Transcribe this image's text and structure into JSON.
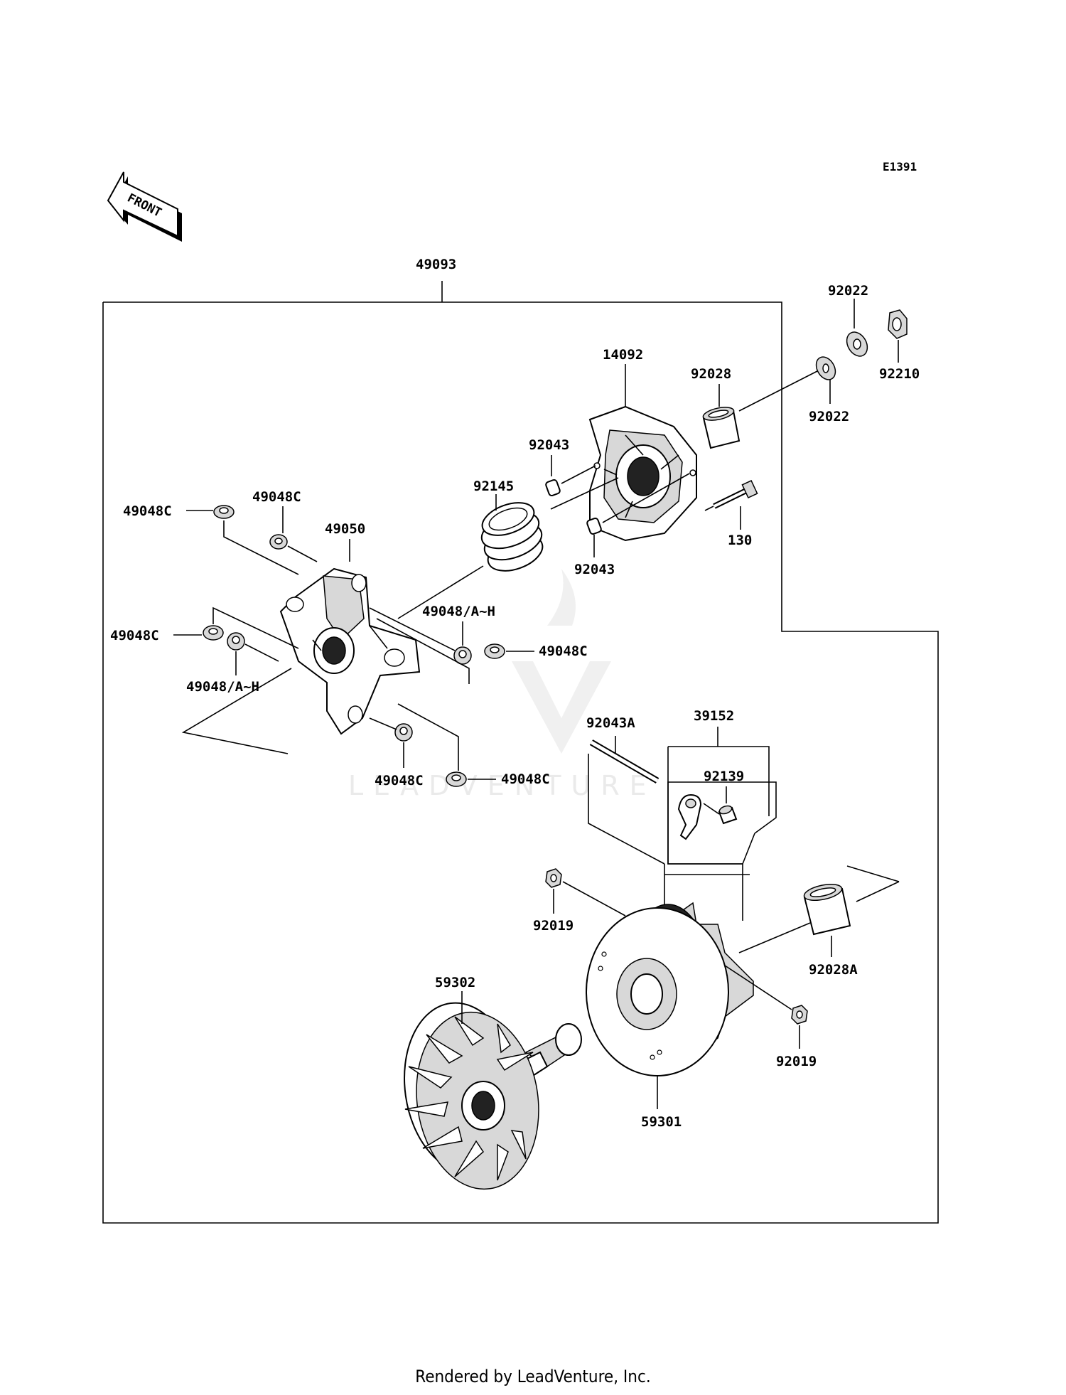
{
  "diagram_code": "E1391",
  "front_label": "FRONT",
  "watermark": "LEADVENTURE",
  "footer": "Rendered by LeadVenture, Inc.",
  "callouts": {
    "c49093": "49093",
    "c92022a": "92022",
    "c92022b": "92022",
    "c92210": "92210",
    "c14092": "14092",
    "c92028": "92028",
    "c92043a": "92043",
    "c92043b": "92043",
    "c130": "130",
    "c92145": "92145",
    "c49048c1": "49048C",
    "c49048c2": "49048C",
    "c49048c3": "49048C",
    "c49048c4": "49048C",
    "c49048c5": "49048C",
    "c49048c6": "49048C",
    "c49050": "49050",
    "c49048ah1": "49048/A~H",
    "c49048ah2": "49048/A~H",
    "c92043A": "92043A",
    "c39152": "39152",
    "c92139": "92139",
    "c92019a": "92019",
    "c92019b": "92019",
    "c92028A": "92028A",
    "c59302": "59302",
    "c59301": "59301"
  }
}
